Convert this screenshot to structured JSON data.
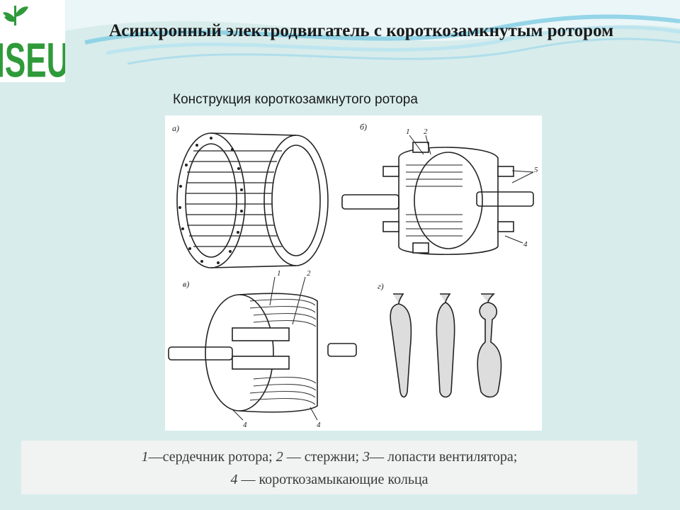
{
  "logo": {
    "text": "ISEU"
  },
  "title": "Асинхронный электродвигатель с короткозамкнутым ротором",
  "subtitle": "Конструкция  короткозамкнутого ротора",
  "figure": {
    "panel_labels": [
      "а)",
      "б)",
      "в)",
      "г)"
    ],
    "callouts": [
      "1",
      "2",
      "5",
      "4",
      "1",
      "2",
      "4",
      "4"
    ]
  },
  "legend": {
    "n1": "1",
    "t1": "—сердечник ротора; ",
    "n2": "2",
    "t2": " — стержни;  ",
    "n3": "3",
    "t3": "— лопасти вентилятора;",
    "n4": "4",
    "t4": " — короткозамыкающие кольца"
  },
  "colors": {
    "background": "#d8ecec",
    "logo_green": "#2f9a3a",
    "wave_blue": "#8fd1e6"
  }
}
